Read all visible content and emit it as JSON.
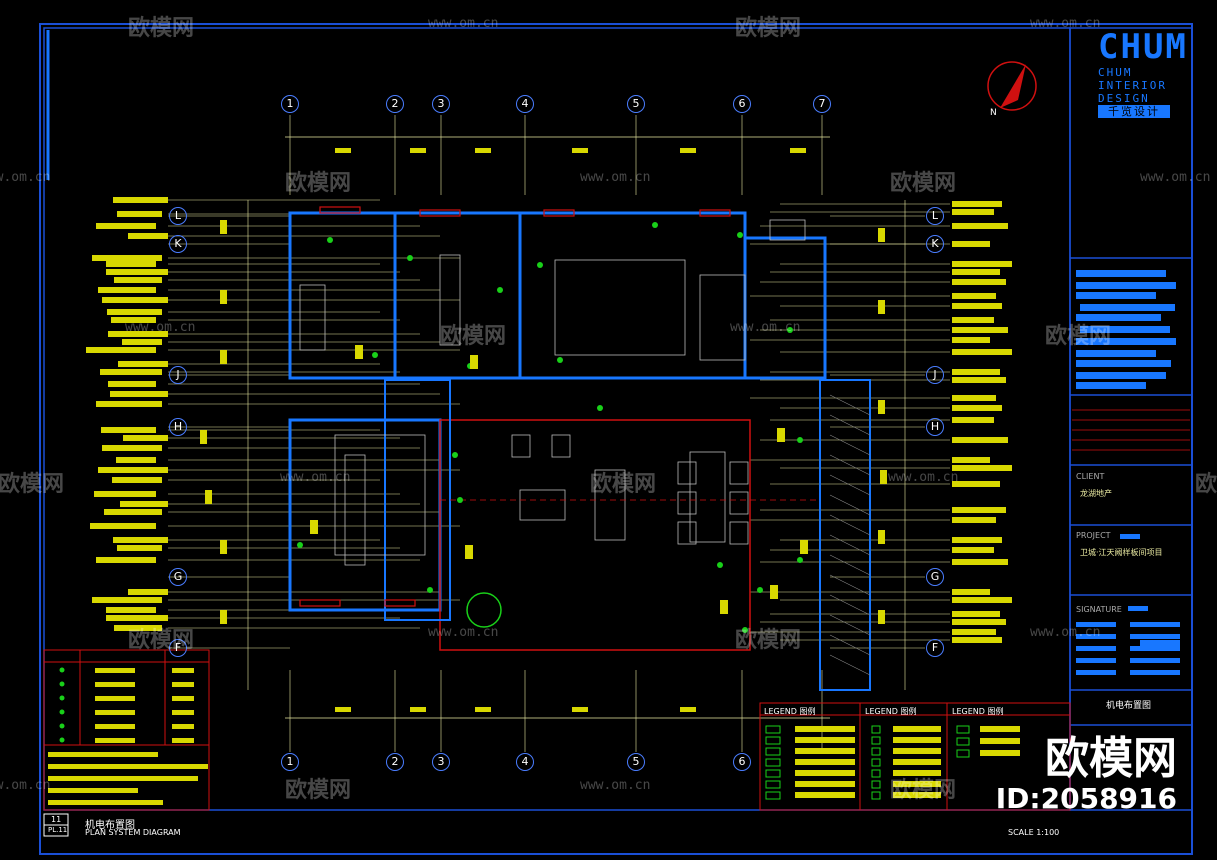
{
  "drawing": {
    "title_cn": "机电布置图",
    "title_en": "PLAN SYSTEM DIAGRAM",
    "sheet_no": "11",
    "sheet_code": "PL.11",
    "scale": "SCALE  1:100",
    "north": "N"
  },
  "title_block": {
    "client_label": "CLIENT",
    "client_value": "龙湖地产",
    "project_label": "PROJECT",
    "project_value": "卫城·江天阙样板间项目",
    "signature_label": "SIGNATURE",
    "sheet_title": "机电布置图"
  },
  "logo": {
    "mark": "CHUM",
    "line1": "CHUM",
    "line2": "INTERIOR",
    "line3": "DESIGN",
    "line4": "千览设计"
  },
  "legend": {
    "header1": "LEGEND 图例",
    "header2": "LEGEND 图例",
    "header3": "LEGEND 图例"
  },
  "grid": {
    "cols": [
      "1",
      "2",
      "3",
      "4",
      "5",
      "6",
      "7"
    ],
    "rows_left": [
      "L",
      "K",
      "J",
      "H",
      "G",
      "F"
    ],
    "rows_right": [
      "L",
      "K",
      "J",
      "H",
      "G",
      "F"
    ]
  },
  "watermark": {
    "brand": "欧模网",
    "url": "www.om.cn",
    "id": "ID:2058916"
  },
  "colors": {
    "background": "#000000",
    "frame": "#1a4fd6",
    "accent_blue": "#1877ff",
    "note_yellow": "#d8d800",
    "leader": "#e8e8a0",
    "wall_red": "#d01010",
    "green": "#19d019"
  }
}
